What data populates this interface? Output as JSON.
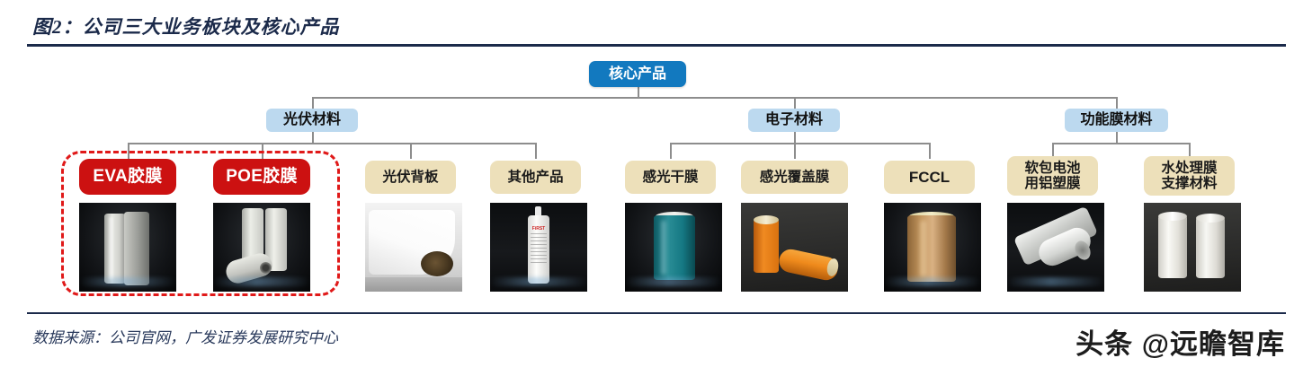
{
  "figure": {
    "title": "图2：公司三大业务板块及核心产品",
    "source": "数据来源：公司官网，广发证券发展研究中心",
    "watermark": "头条 @远瞻智库"
  },
  "colors": {
    "root_node": "#1279bf",
    "category_node": "#bcd9ef",
    "product_node": "#ede0ba",
    "highlight_node": "#cc1111",
    "highlight_border": "#e01919",
    "rule": "#1b2a4a",
    "connector": "#8d8d8d"
  },
  "diagram": {
    "root": {
      "label": "核心产品"
    },
    "categories": [
      {
        "label": "光伏材料"
      },
      {
        "label": "电子材料"
      },
      {
        "label": "功能膜材料"
      }
    ],
    "products": [
      {
        "label": "EVA胶膜",
        "category": "光伏材料",
        "highlighted": true,
        "photo": "eva-film-roll"
      },
      {
        "label": "POE胶膜",
        "category": "光伏材料",
        "highlighted": true,
        "photo": "poe-film-rolls"
      },
      {
        "label": "光伏背板",
        "category": "光伏材料",
        "highlighted": false,
        "photo": "pv-backsheet-roll"
      },
      {
        "label": "其他产品",
        "category": "光伏材料",
        "highlighted": false,
        "photo": "sealant-cartridge"
      },
      {
        "label": "感光干膜",
        "category": "电子材料",
        "highlighted": false,
        "photo": "dry-film-roll"
      },
      {
        "label": "感光覆盖膜",
        "category": "电子材料",
        "highlighted": false,
        "photo": "coverlay-rolls"
      },
      {
        "label": "FCCL",
        "category": "电子材料",
        "highlighted": false,
        "photo": "fccl-copper-roll"
      },
      {
        "label": "软包电池\n用铝塑膜",
        "category": "功能膜材料",
        "highlighted": false,
        "photo": "aluminum-plastic-film"
      },
      {
        "label": "水处理膜\n支撑材料",
        "category": "功能膜材料",
        "highlighted": false,
        "photo": "water-membrane-rolls"
      }
    ]
  }
}
